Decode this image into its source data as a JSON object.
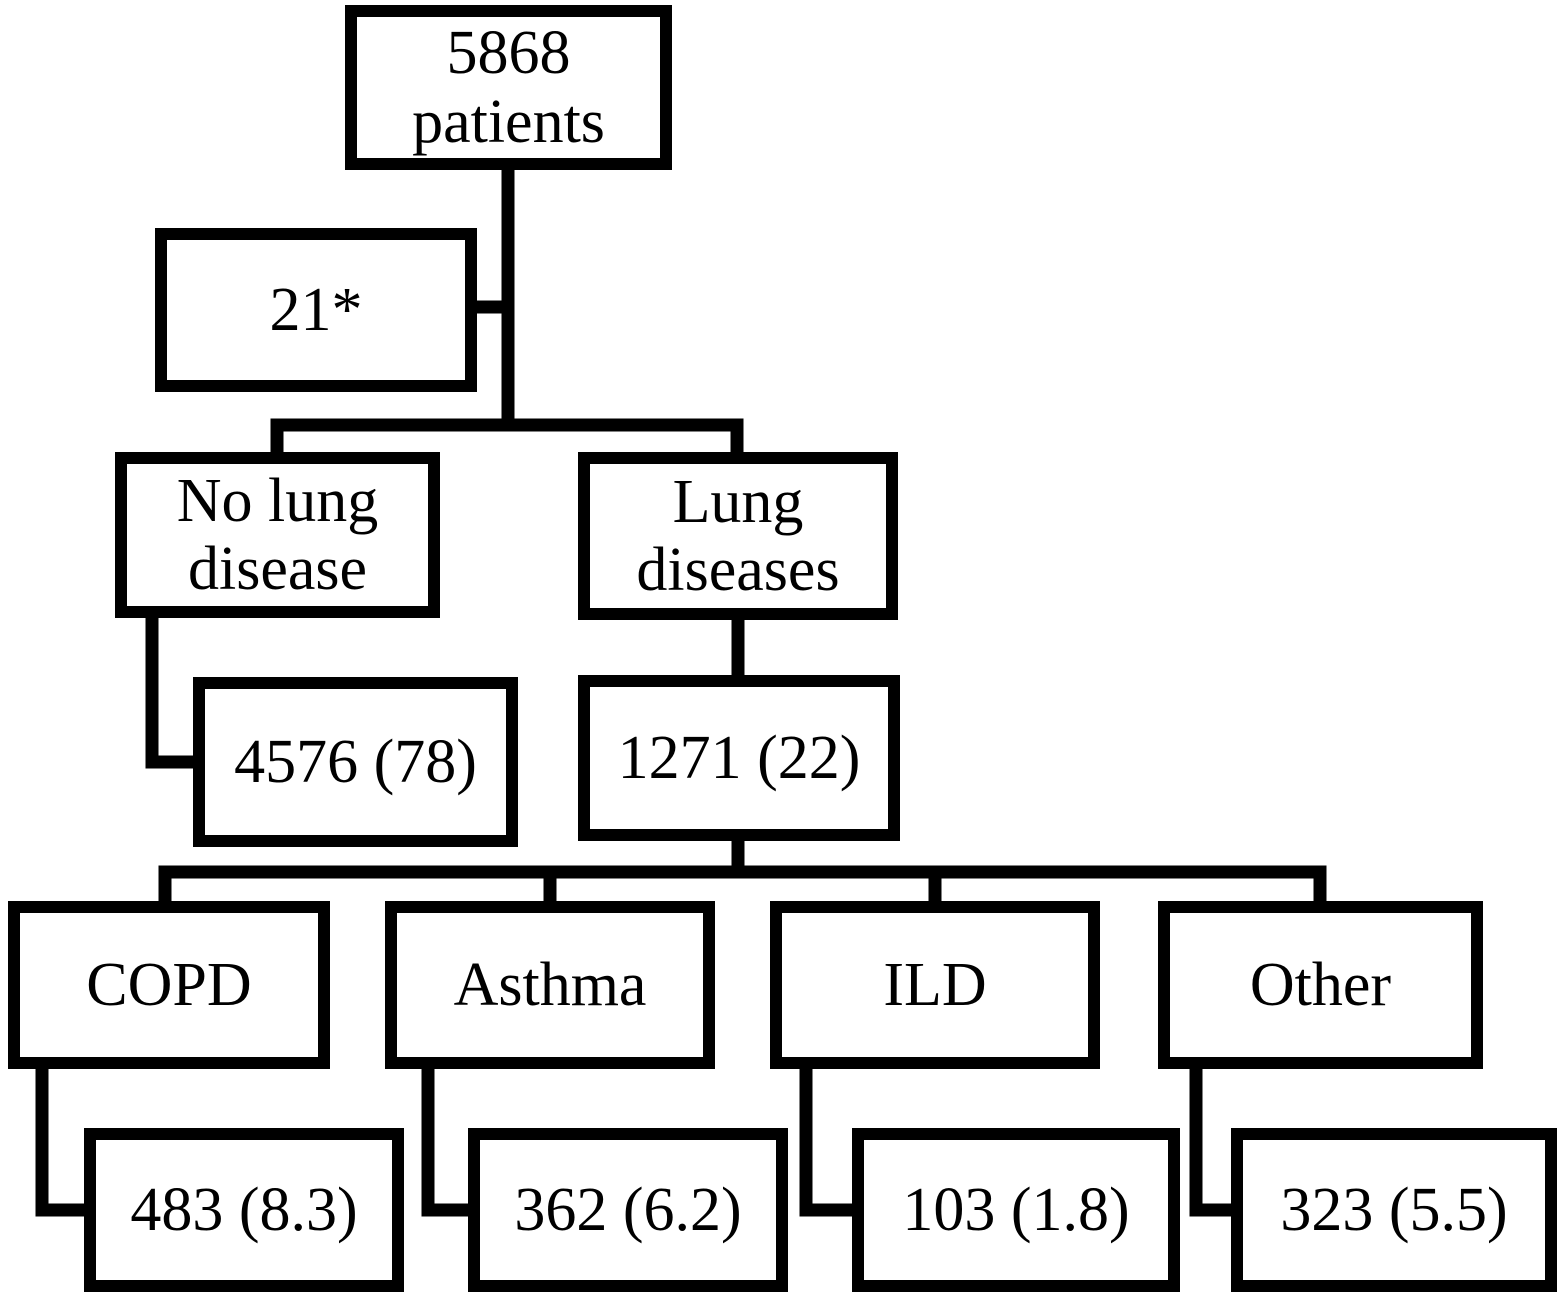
{
  "diagram": {
    "type": "flowchart",
    "nodes": {
      "total": {
        "line1": "5868",
        "line2": "patients"
      },
      "excluded": {
        "label": "21*"
      },
      "no_lung": {
        "line1": "No lung",
        "line2": "disease"
      },
      "lung": {
        "line1": "Lung",
        "line2": "diseases"
      },
      "no_lung_count": {
        "label": "4576 (78)"
      },
      "lung_count": {
        "label": "1271 (22)"
      },
      "copd": {
        "label": "COPD"
      },
      "asthma": {
        "label": "Asthma"
      },
      "ild": {
        "label": "ILD"
      },
      "other": {
        "label": "Other"
      },
      "copd_count": {
        "label": "483 (8.3)"
      },
      "asthma_count": {
        "label": "362 (6.2)"
      },
      "ild_count": {
        "label": "103 (1.8)"
      },
      "other_count": {
        "label": "323 (5.5)"
      }
    },
    "colors": {
      "line": "#000000",
      "background": "#ffffff"
    }
  }
}
